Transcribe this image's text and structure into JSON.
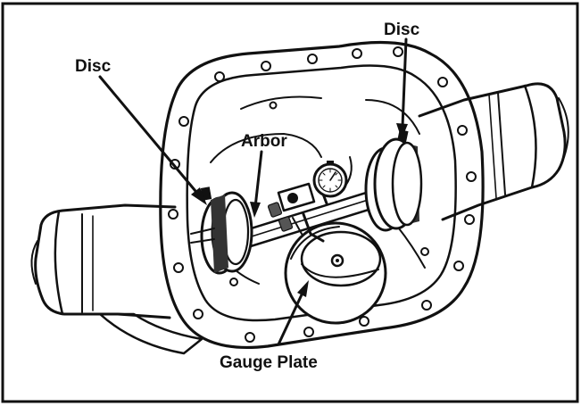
{
  "labels": {
    "disc_left": "Disc",
    "disc_right": "Disc",
    "arbor": "Arbor",
    "gauge_plate": "Gauge Plate"
  }
}
